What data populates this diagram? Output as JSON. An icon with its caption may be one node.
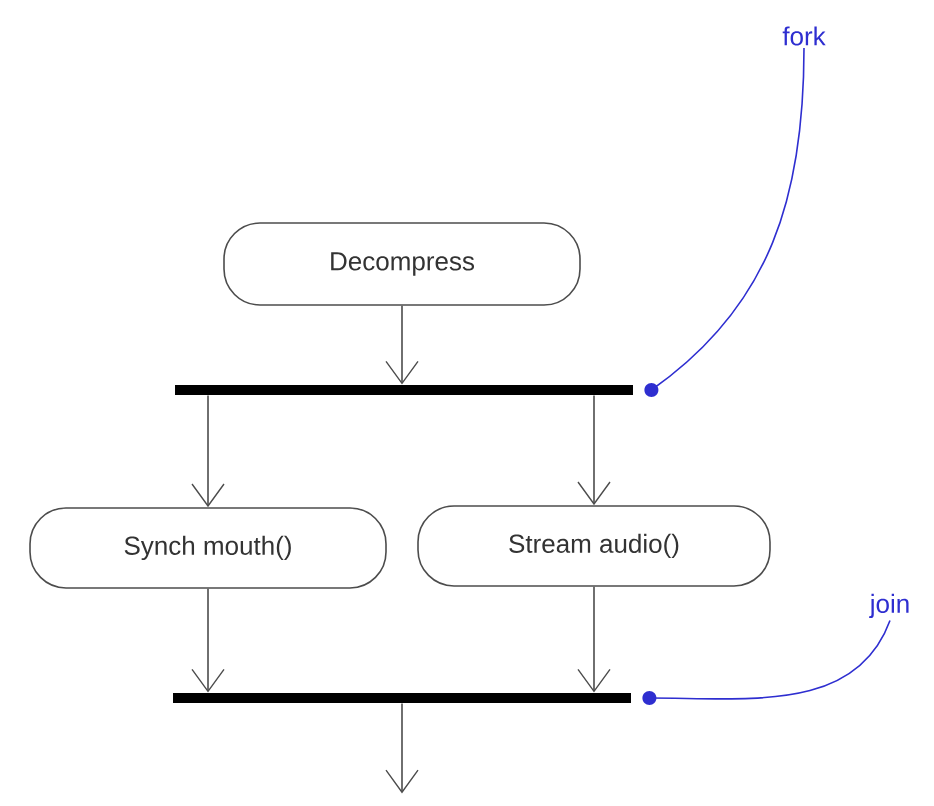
{
  "diagram": {
    "nodes": [
      {
        "text": [
          "Decompress"
        ]
      },
      {
        "text": [],
        "shape": "bar"
      },
      {
        "text": [
          "Synch mouth()"
        ]
      },
      {
        "text": [
          "Stream audio()"
        ]
      },
      {
        "text": [],
        "shape": "bar"
      },
      {
        "text": [
          "fork"
        ]
      },
      {
        "text": [
          "join"
        ]
      }
    ],
    "edges": [
      {
        "from": 0,
        "to": 1,
        "arrow": "to"
      },
      {
        "from": 1,
        "to": 2,
        "arrow": "to"
      },
      {
        "from": 1,
        "to": 3,
        "arrow": "to"
      },
      {
        "from": 2,
        "to": 4,
        "arrow": "to"
      },
      {
        "from": 3,
        "to": 4,
        "arrow": "to"
      },
      {
        "from": 4,
        "to": null,
        "arrow": "to"
      },
      {
        "from": 5,
        "to": 1,
        "arrow": "other",
        "color": "#2e2ed0"
      },
      {
        "from": 6,
        "to": 4,
        "arrow": "other",
        "color": "#2e2ed0"
      }
    ]
  }
}
